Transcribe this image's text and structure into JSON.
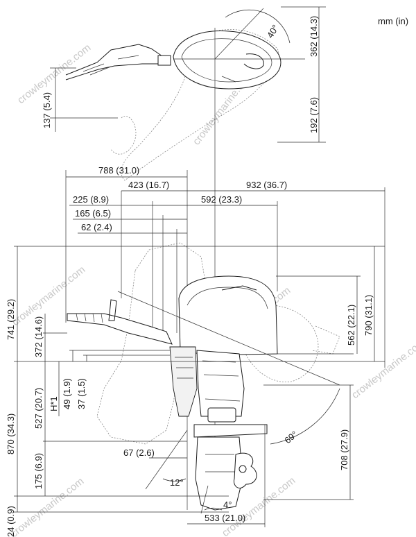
{
  "units": "mm (in)",
  "watermark": "crowleymarine.com",
  "dimensions": {
    "top_width": "362 (14.3)",
    "top_rear": "192 (7.6)",
    "top_tiller": "137 (5.4)",
    "top_angle": "40°",
    "overall_tiller": "788 (31.0)",
    "tiller_to_bracket": "423 (16.7)",
    "bracket_to_rear": "932 (36.7)",
    "bracket_to_cowl": "592 (23.3)",
    "dim_225": "225 (8.9)",
    "dim_165": "165 (6.5)",
    "dim_62": "62 (2.4)",
    "tiller_height": "741 (29.2)",
    "tiller_above_transom": "372 (14.6)",
    "transom_h": "H*1",
    "dim_49": "49 (1.9)",
    "dim_37": "37 (1.5)",
    "dim_527": "527 (20.7)",
    "dim_870": "870 (34.3)",
    "dim_175": "175 (6.9)",
    "dim_24": "24 (0.9)",
    "dim_67": "67 (2.6)",
    "angle_12": "12°",
    "angle_4": "4°",
    "angle_69": "69°",
    "dim_533": "533 (21.0)",
    "dim_708": "708 (27.9)",
    "dim_562": "562 (22.1)",
    "dim_790": "790 (31.1)"
  }
}
